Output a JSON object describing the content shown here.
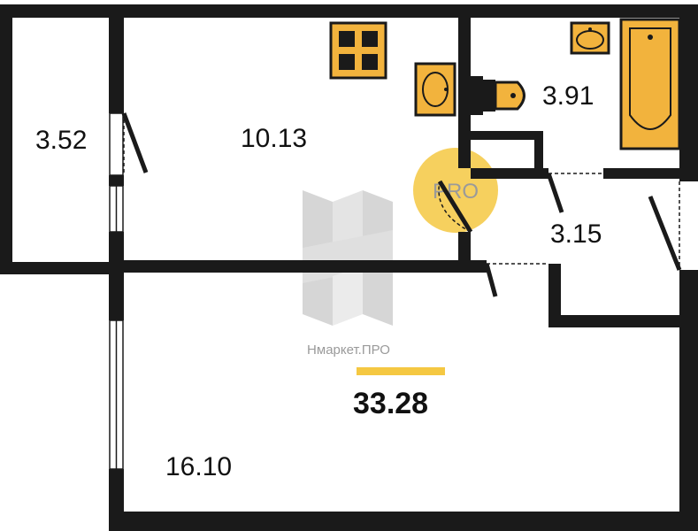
{
  "rooms": [
    {
      "id": "balcony",
      "area": "3.52"
    },
    {
      "id": "kitchen",
      "area": "10.13"
    },
    {
      "id": "bathroom",
      "area": "3.91"
    },
    {
      "id": "hallway",
      "area": "3.15"
    },
    {
      "id": "living-room",
      "area": "16.10"
    }
  ],
  "total_area": "33.28",
  "watermark": {
    "brand_text": "Нмаркет.ПРО",
    "badge_text": "PRO"
  },
  "colors": {
    "wall": "#1a1a1a",
    "fixture_fill": "#f2b33d",
    "fixture_stroke": "#1a1a1a",
    "accent_bar": "#f5c842",
    "badge": "#f5c842",
    "watermark": "#9a9a9a"
  },
  "icons": [
    "stove-icon",
    "sink-icon",
    "toilet-icon",
    "bathtub-icon"
  ]
}
